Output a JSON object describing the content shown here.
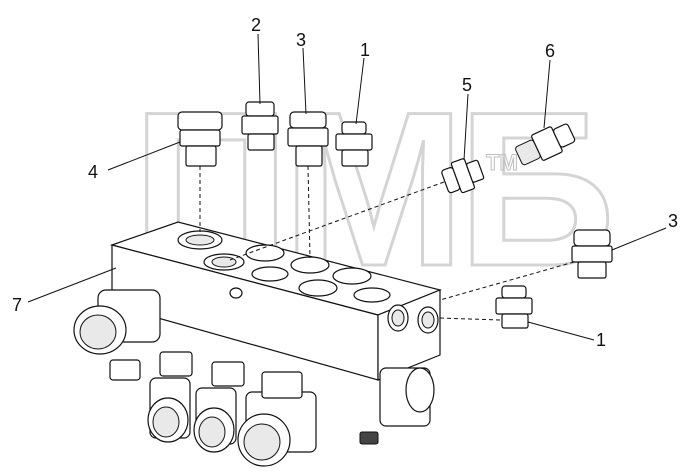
{
  "callouts": [
    {
      "id": "c1a",
      "label": "1"
    },
    {
      "id": "c2",
      "label": "2"
    },
    {
      "id": "c3a",
      "label": "3"
    },
    {
      "id": "c4",
      "label": "4"
    },
    {
      "id": "c5",
      "label": "5"
    },
    {
      "id": "c6",
      "label": "6"
    },
    {
      "id": "c3b",
      "label": "3"
    },
    {
      "id": "c7",
      "label": "7"
    },
    {
      "id": "c1b",
      "label": "1"
    }
  ],
  "watermark": {
    "text": "ПМБ",
    "tm": "TM"
  }
}
